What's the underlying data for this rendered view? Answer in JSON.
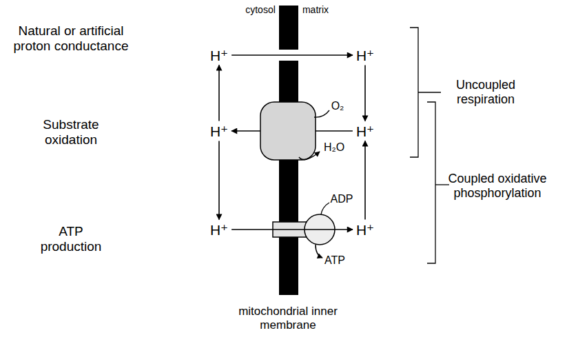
{
  "diagram": {
    "nodes": [
      {
        "text": [
          "H⁺"
        ]
      },
      {
        "text": [
          "H⁺"
        ]
      },
      {
        "text": [
          "H⁺"
        ]
      },
      {
        "text": [
          "H⁺"
        ]
      },
      {
        "text": [
          "H⁺"
        ]
      },
      {
        "text": [
          "H⁺"
        ]
      }
    ],
    "edges": [
      {
        "from": 0,
        "to": 1,
        "arrow": "to"
      },
      {
        "from": 3,
        "to": 2,
        "arrow": "to"
      },
      {
        "from": 4,
        "to": 5,
        "arrow": "to"
      },
      {
        "from": 2,
        "to": 0,
        "arrow": "to"
      },
      {
        "from": 2,
        "to": 4,
        "arrow": "to"
      },
      {
        "from": 1,
        "to": 3,
        "arrow": "to"
      },
      {
        "from": 5,
        "to": 3,
        "arrow": "to"
      }
    ],
    "labels": [
      "cytosol",
      "matrix",
      "Natural or artificial proton conductance",
      "Substrate oxidation",
      "ATP production",
      "O₂",
      "H₂O",
      "ADP",
      "ATP",
      "Uncoupled respiration",
      "Coupled oxidative phosphorylation",
      "mitochondrial inner membrane"
    ]
  }
}
